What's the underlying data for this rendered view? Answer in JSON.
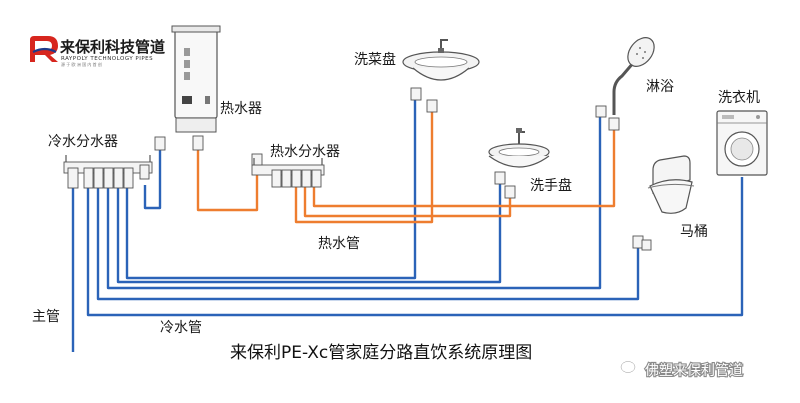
{
  "logo": {
    "name": "来保利科技管道",
    "sub": "RAYPOLY TECHNOLOGY PIPES",
    "tagline": "源 于 欧 洲   国 内 首 创"
  },
  "labels": {
    "hot_water_heater": "热水器",
    "cold_manifold": "冷水分水器",
    "hot_manifold": "热水分水器",
    "kitchen_sink": "洗菜盘",
    "hand_basin": "洗手盘",
    "shower": "淋浴",
    "washing_machine": "洗衣机",
    "toilet": "马桶",
    "hot_pipe": "热水管",
    "cold_pipe": "冷水管",
    "main_pipe": "主管"
  },
  "title": "来保利PE-Xc管家庭分路直饮系统原理图",
  "watermark": "佛塑来保利管道",
  "colors": {
    "cold_pipe": "#2b63b8",
    "hot_pipe": "#ee7d2f",
    "logo_red": "#d7261e",
    "logo_navy": "#1f3a8a"
  }
}
